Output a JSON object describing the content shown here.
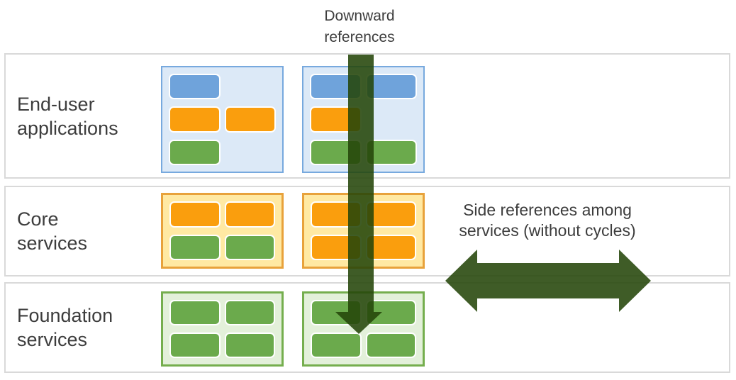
{
  "palette": {
    "text": "#3D3D3D",
    "band_bg": "#FFFFFF",
    "band_border": "#D9D9D9",
    "blue_block": "#6FA3DB",
    "orange_block": "#FA9E0D",
    "green_block": "#6BAA4C",
    "blue_box_bg": "#DCE9F7",
    "blue_box_border": "#77A9DE",
    "gold_box_bg": "#FFE9A3",
    "gold_box_border": "#E8A23B",
    "green_box_bg": "#E3F0DA",
    "green_box_border": "#75AE4E",
    "arrow_green": "#244509"
  },
  "annotations": {
    "downward_label": "Downward\nreferences",
    "side_label": "Side references among\nservices (without cycles)"
  },
  "layers": [
    {
      "label": "End-user\napplications",
      "boxes": [
        {
          "style": "blue",
          "rows": [
            [
              "blue",
              ""
            ],
            [
              "orange",
              "orange"
            ],
            [
              "green",
              ""
            ]
          ]
        },
        {
          "style": "blue",
          "rows": [
            [
              "blue",
              "blue"
            ],
            [
              "orange",
              ""
            ],
            [
              "green",
              "green"
            ]
          ]
        }
      ]
    },
    {
      "label": "Core\nservices",
      "boxes": [
        {
          "style": "gold",
          "rows": [
            [
              "orange",
              "orange"
            ],
            [
              "green",
              "green"
            ]
          ]
        },
        {
          "style": "gold",
          "rows": [
            [
              "orange",
              "orange"
            ],
            [
              "orange",
              "orange"
            ]
          ]
        }
      ]
    },
    {
      "label": "Foundation\nservices",
      "boxes": [
        {
          "style": "green",
          "rows": [
            [
              "green",
              "green"
            ],
            [
              "green",
              "green"
            ]
          ]
        },
        {
          "style": "green",
          "rows": [
            [
              "green",
              "green"
            ],
            [
              "green",
              "green"
            ]
          ]
        }
      ]
    }
  ]
}
